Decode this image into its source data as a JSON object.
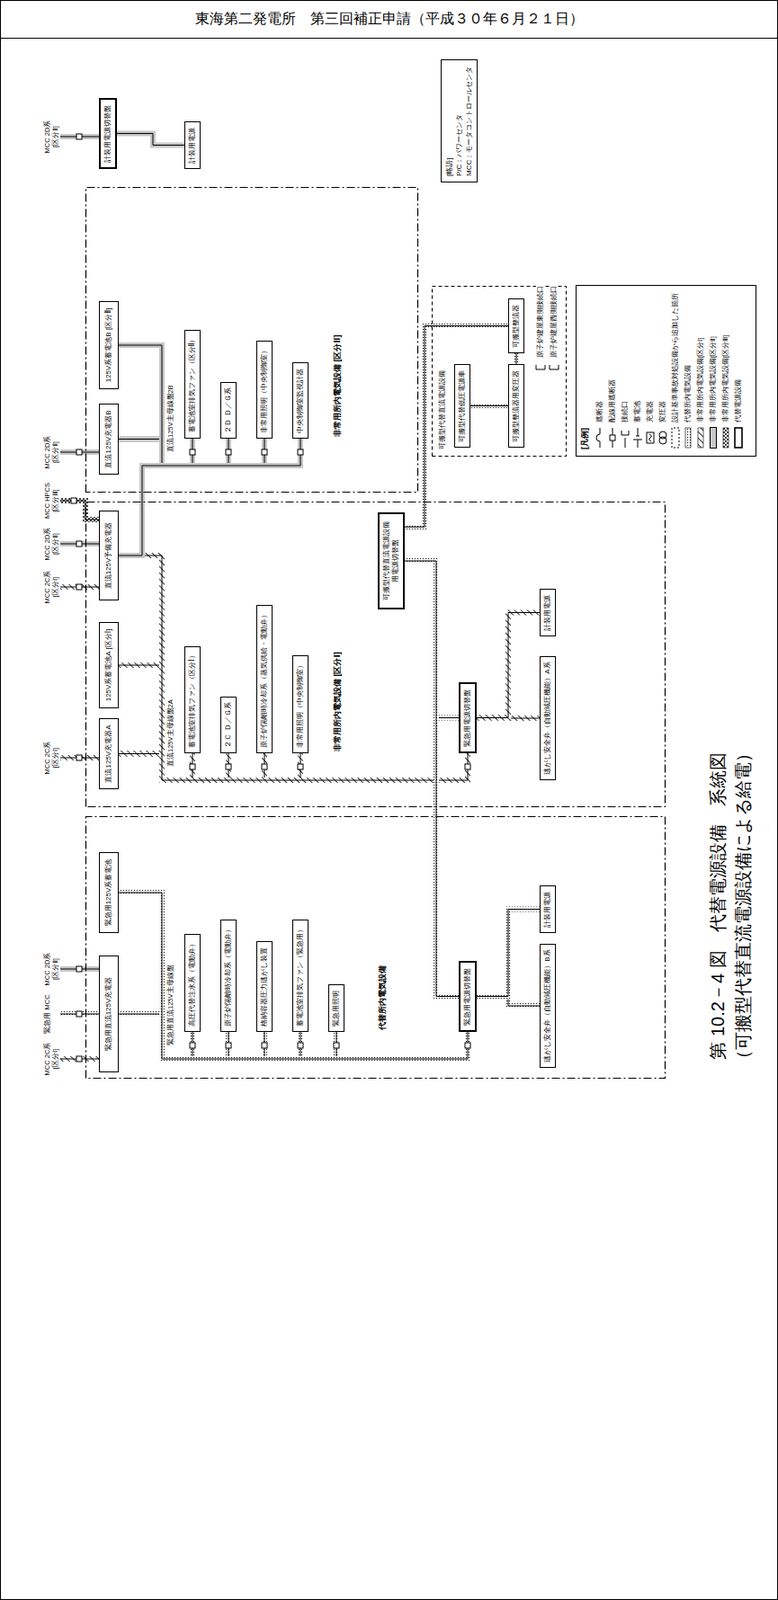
{
  "diagram": {
    "title": "東海第二発電所　第三回補正申請（平成３０年６月２１日）",
    "caption": "第 10.2－4 図　代替電源設備　系統図",
    "nodes": [
      {
        "text": [
          "代替所内電気設備"
        ]
      },
      {
        "text": [
          "緊急用直流125V充電器"
        ],
        "in": 0
      },
      {
        "text": [
          "緊急用125V系蓄電池"
        ],
        "in": 0
      },
      {
        "text": [
          "高圧代替注水系（電動弁）"
        ],
        "in": 0
      },
      {
        "text": [
          "原子炉隔離時冷却系（電動弁）"
        ],
        "in": 0
      },
      {
        "text": [
          "格納容器圧力逃がし装置"
        ],
        "in": 0
      },
      {
        "text": [
          "蓄電池室排気ファン（緊急用）"
        ],
        "in": 0
      },
      {
        "text": [
          "緊急用照明"
        ],
        "in": 0
      },
      {
        "text": [
          "緊急用電源切替盤"
        ],
        "in": 0
      },
      {
        "text": [
          "逃がし安全弁（自動減圧機能）B系"
        ],
        "in": 0
      },
      {
        "text": [
          "計装用電源"
        ],
        "in": 0
      },
      {
        "text": [
          "非常用所内電気設備 [区分Ⅰ]"
        ]
      },
      {
        "text": [
          "直流125V充電器A"
        ],
        "in": 11
      },
      {
        "text": [
          "125V系蓄電池A [区分Ⅰ]"
        ],
        "in": 11
      },
      {
        "text": [
          "直流125V予備充電器"
        ],
        "in": 11
      },
      {
        "text": [
          "蓄電池室排気ファン（区分Ⅰ）"
        ],
        "in": 11
      },
      {
        "text": [
          "２Ｃ Ｄ／Ｇ系"
        ],
        "in": 11
      },
      {
        "text": [
          "原子炉隔離時冷却系（蒸気供給・電動弁）"
        ],
        "in": 11
      },
      {
        "text": [
          "非常用照明（中央制御室）"
        ],
        "in": 11
      },
      {
        "text": [
          "緊急用電源切替盤"
        ],
        "in": 11
      },
      {
        "text": [
          "逃がし安全弁（自動減圧機能）A系"
        ],
        "in": 11
      },
      {
        "text": [
          "計装用電源"
        ],
        "in": 11
      },
      {
        "text": [
          "可搬型代替直流電源設備用電源切替盤"
        ],
        "in": 11
      },
      {
        "text": [
          "非常用所内電気設備 [区分Ⅱ]"
        ]
      },
      {
        "text": [
          "直流125V充電器B"
        ],
        "in": 23
      },
      {
        "text": [
          "125V系蓄電池B [区分Ⅱ]"
        ],
        "in": 23
      },
      {
        "text": [
          "蓄電池室排気ファン（区分Ⅱ）"
        ],
        "in": 23
      },
      {
        "text": [
          "２Ｄ Ｄ／Ｇ系"
        ],
        "in": 23
      },
      {
        "text": [
          "非常用照明（中央制御室）"
        ],
        "in": 23
      },
      {
        "text": [
          "中央制御室監視計器"
        ],
        "in": 23
      },
      {
        "text": [
          "計装用電源切替盤"
        ]
      },
      {
        "text": [
          "計装用電源"
        ]
      },
      {
        "text": [
          "可搬型代替直流電源設備"
        ]
      },
      {
        "text": [
          "可搬型代替低圧電源車"
        ],
        "in": 32
      },
      {
        "text": [
          "可搬型整流器用変圧器"
        ],
        "in": 32
      },
      {
        "text": [
          "可搬型整流器"
        ],
        "in": 32
      },
      {
        "text": [
          "[略語]",
          "P/C：パワーセンタ",
          "MCC：モータコントロールセンタ"
        ]
      }
    ],
    "edges": [
      {
        "from": 1,
        "to": 3,
        "arrow": "none"
      },
      {
        "from": 1,
        "to": 4,
        "arrow": "none"
      },
      {
        "from": 1,
        "to": 5,
        "arrow": "none"
      },
      {
        "from": 1,
        "to": 6,
        "arrow": "none"
      },
      {
        "from": 1,
        "to": 7,
        "arrow": "none"
      },
      {
        "from": 1,
        "to": 8,
        "arrow": "none"
      },
      {
        "from": 2,
        "to": 3,
        "arrow": "none"
      },
      {
        "from": 2,
        "to": 4,
        "arrow": "none"
      },
      {
        "from": 2,
        "to": 5,
        "arrow": "none"
      },
      {
        "from": 2,
        "to": 6,
        "arrow": "none"
      },
      {
        "from": 2,
        "to": 7,
        "arrow": "none"
      },
      {
        "from": 2,
        "to": 8,
        "arrow": "none"
      },
      {
        "from": 8,
        "to": 9,
        "arrow": "none"
      },
      {
        "from": 8,
        "to": 10,
        "arrow": "none"
      },
      {
        "from": 12,
        "to": 15,
        "arrow": "none"
      },
      {
        "from": 12,
        "to": 16,
        "arrow": "none"
      },
      {
        "from": 12,
        "to": 17,
        "arrow": "none"
      },
      {
        "from": 12,
        "to": 18,
        "arrow": "none"
      },
      {
        "from": 12,
        "to": 19,
        "arrow": "none"
      },
      {
        "from": 13,
        "to": 15,
        "arrow": "none"
      },
      {
        "from": 13,
        "to": 16,
        "arrow": "none"
      },
      {
        "from": 13,
        "to": 17,
        "arrow": "none"
      },
      {
        "from": 13,
        "to": 18,
        "arrow": "none"
      },
      {
        "from": 13,
        "to": 19,
        "arrow": "none"
      },
      {
        "from": 14,
        "to": 15,
        "arrow": "none"
      },
      {
        "from": 14,
        "to": 16,
        "arrow": "none"
      },
      {
        "from": 14,
        "to": 17,
        "arrow": "none"
      },
      {
        "from": 14,
        "to": 18,
        "arrow": "none"
      },
      {
        "from": 14,
        "to": 19,
        "arrow": "none"
      },
      {
        "from": 19,
        "to": 20,
        "arrow": "none"
      },
      {
        "from": 19,
        "to": 21,
        "arrow": "none"
      },
      {
        "from": 24,
        "to": 26,
        "arrow": "none"
      },
      {
        "from": 24,
        "to": 27,
        "arrow": "none"
      },
      {
        "from": 24,
        "to": 28,
        "arrow": "none"
      },
      {
        "from": 24,
        "to": 29,
        "arrow": "none"
      },
      {
        "from": 25,
        "to": 26,
        "arrow": "none"
      },
      {
        "from": 25,
        "to": 27,
        "arrow": "none"
      },
      {
        "from": 25,
        "to": 28,
        "arrow": "none"
      },
      {
        "from": 25,
        "to": 29,
        "arrow": "none"
      },
      {
        "from": 14,
        "to": 26,
        "arrow": "none"
      },
      {
        "from": 14,
        "to": 27,
        "arrow": "none"
      },
      {
        "from": 14,
        "to": 28,
        "arrow": "none"
      },
      {
        "from": 14,
        "to": 29,
        "arrow": "none"
      },
      {
        "from": 30,
        "to": 31,
        "arrow": "none"
      },
      {
        "from": 33,
        "to": 34,
        "arrow": "none"
      },
      {
        "from": 34,
        "to": 35,
        "arrow": "none"
      },
      {
        "from": 35,
        "to": 22,
        "arrow": "none"
      },
      {
        "from": 22,
        "to": 19,
        "arrow": "none"
      },
      {
        "from": 22,
        "to": 8,
        "arrow": "none"
      }
    ],
    "labels": [
      "（可搬型代替直流電源設備による給電）",
      "MCC 2C系 [区分Ⅰ]",
      "緊急用 MCC",
      "MCC 2D系 [区分Ⅱ]",
      "MCC 2C系 [区分Ⅰ]",
      "MCC 2C系 [区分Ⅰ]",
      "MCC 2D系 [区分Ⅱ]",
      "MCC HPCS [区分Ⅲ]",
      "MCC 2D系 [区分Ⅱ]",
      "MCC 2D系 [区分Ⅱ]",
      "緊急用直流125V主母線盤",
      "直流125V主母線盤2A",
      "直流125V主母線盤2B",
      "原子炉建屋東側接続口",
      "原子炉建屋西側接続口",
      "[凡例]"
    ],
    "legend": [
      {
        "text": "遮断器"
      },
      {
        "text": "配線用遮断器"
      },
      {
        "text": "接続口"
      },
      {
        "text": "蓄電池"
      },
      {
        "text": "充電器"
      },
      {
        "text": "変圧器"
      },
      {
        "text": "設計基準事故対処設備から追加した箇所"
      },
      {
        "text": "代替所内電気設備"
      },
      {
        "text": "非常用所内電気設備[区分Ⅰ]"
      },
      {
        "text": "非常用所内電気設備[区分Ⅱ]",
        "color": "#c8c8c8"
      },
      {
        "text": "非常用所内電気設備[区分Ⅲ]"
      },
      {
        "text": "代替電源設備"
      }
    ]
  }
}
